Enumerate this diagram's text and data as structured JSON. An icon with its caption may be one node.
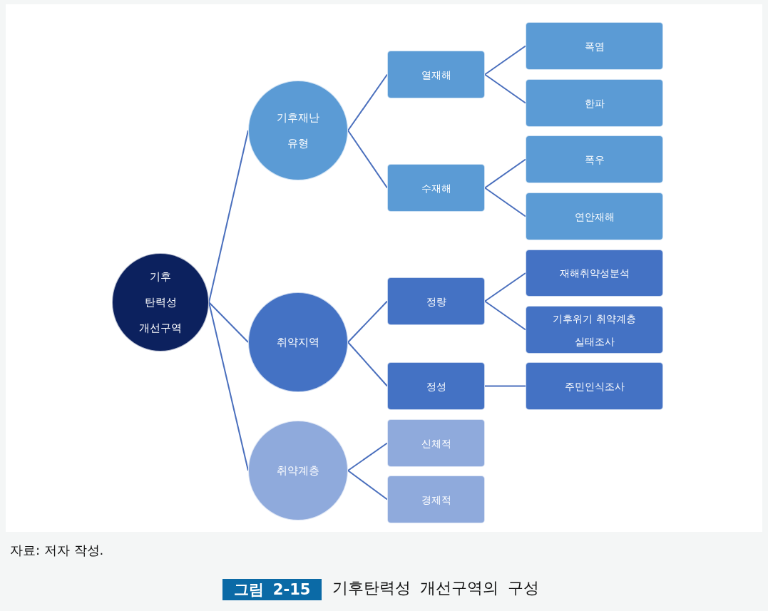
{
  "diagram": {
    "caption": "기후탄력성 개선구역의 구성",
    "nodes": [
      {
        "text": [
          "기후 탄력성 개선구역"
        ]
      },
      {
        "text": [
          "기후재난 유형"
        ]
      },
      {
        "text": [
          "열재해"
        ]
      },
      {
        "text": [
          "폭염"
        ]
      },
      {
        "text": [
          "한파"
        ]
      },
      {
        "text": [
          "수재해"
        ]
      },
      {
        "text": [
          "폭우"
        ]
      },
      {
        "text": [
          "연안재해"
        ]
      },
      {
        "text": [
          "취약지역"
        ]
      },
      {
        "text": [
          "정량"
        ]
      },
      {
        "text": [
          "재해취약성분석"
        ]
      },
      {
        "text": [
          "기후위기 취약계층 실태조사"
        ]
      },
      {
        "text": [
          "정성"
        ]
      },
      {
        "text": [
          "주민인식조사"
        ]
      },
      {
        "text": [
          "취약계층"
        ]
      },
      {
        "text": [
          "신체적"
        ]
      },
      {
        "text": [
          "경제적"
        ]
      }
    ],
    "edges": [
      {
        "from": 0,
        "to": 1,
        "arrow": "none"
      },
      {
        "from": 0,
        "to": 8,
        "arrow": "none"
      },
      {
        "from": 0,
        "to": 14,
        "arrow": "none"
      },
      {
        "from": 1,
        "to": 2,
        "arrow": "none"
      },
      {
        "from": 1,
        "to": 5,
        "arrow": "none"
      },
      {
        "from": 2,
        "to": 3,
        "arrow": "none"
      },
      {
        "from": 2,
        "to": 4,
        "arrow": "none"
      },
      {
        "from": 5,
        "to": 6,
        "arrow": "none"
      },
      {
        "from": 5,
        "to": 7,
        "arrow": "none"
      },
      {
        "from": 8,
        "to": 9,
        "arrow": "none"
      },
      {
        "from": 8,
        "to": 12,
        "arrow": "none"
      },
      {
        "from": 9,
        "to": 10,
        "arrow": "none"
      },
      {
        "from": 9,
        "to": 11,
        "arrow": "none"
      },
      {
        "from": 12,
        "to": 13,
        "arrow": "none"
      },
      {
        "from": 14,
        "to": 15,
        "arrow": "none"
      },
      {
        "from": 14,
        "to": 16,
        "arrow": "none"
      }
    ],
    "labels": [
      "자료: 저자 작성.",
      "그림 2-15"
    ]
  }
}
